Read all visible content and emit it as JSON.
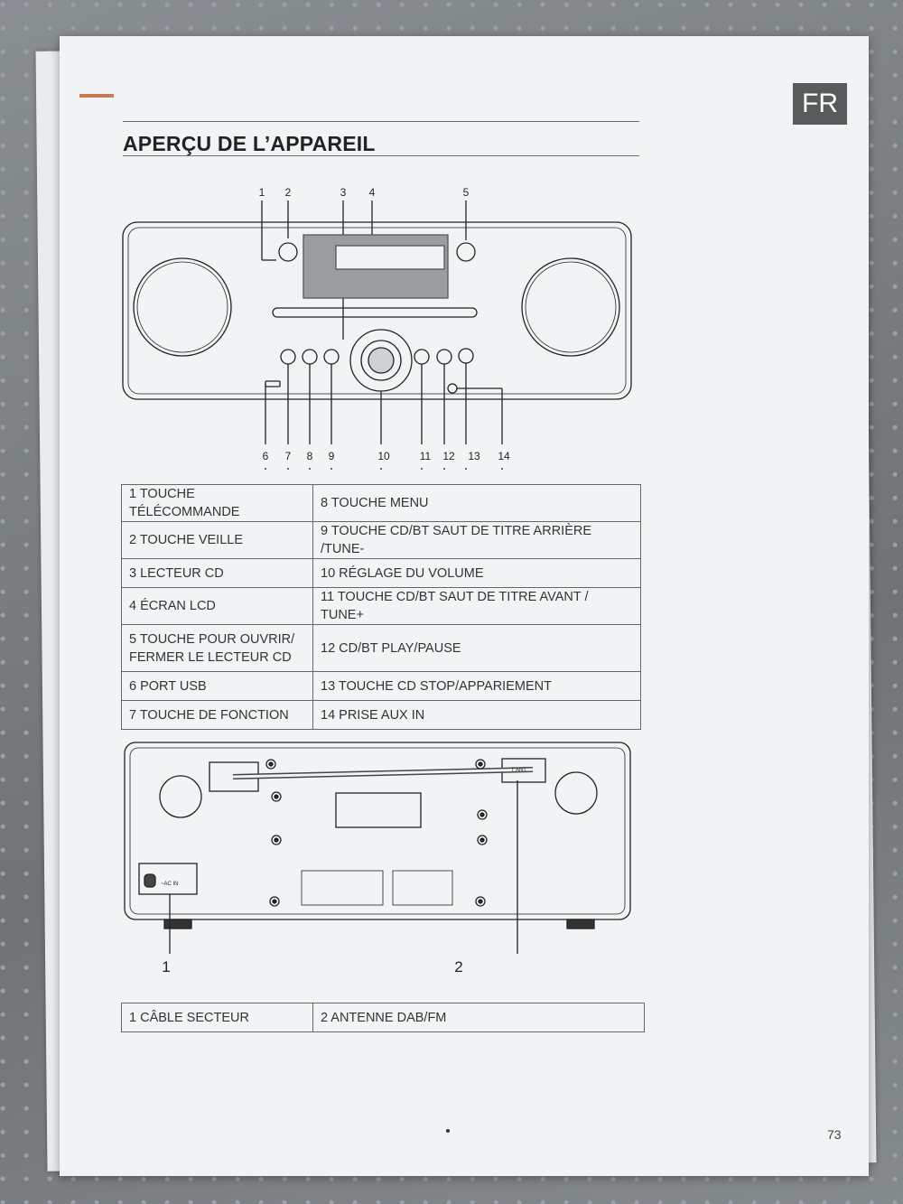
{
  "badge": "FR",
  "title": "APERÇU DE L’APPAREIL",
  "front_diagram": {
    "callouts_top": [
      "1",
      "2",
      "3",
      "4",
      "5"
    ],
    "callouts_bottom": [
      "6",
      "7",
      "8",
      "9",
      "10",
      "11",
      "12",
      "13",
      "14"
    ]
  },
  "front_table": [
    [
      "1 TOUCHE TÉLÉCOMMANDE",
      "8 TOUCHE MENU"
    ],
    [
      "2 TOUCHE VEILLE",
      "9 TOUCHE CD/BT SAUT DE TITRE ARRIÈRE /TUNE-"
    ],
    [
      "3 LECTEUR CD",
      "10  RÉGLAGE DU VOLUME"
    ],
    [
      "4 ÉCRAN LCD",
      "11 TOUCHE CD/BT SAUT DE TITRE AVANT / TUNE+"
    ],
    [
      "5 TOUCHE POUR OUVRIR/\nFERMER LE LECTEUR CD",
      "12 CD/BT PLAY/PAUSE"
    ],
    [
      "6 PORT USB",
      "13 TOUCHE CD STOP/APPARIEMENT"
    ],
    [
      "7 TOUCHE DE FONCTION",
      "14 PRISE AUX IN"
    ]
  ],
  "back_diagram": {
    "callouts": [
      "1",
      "2"
    ],
    "ac_label": "~AC IN",
    "ant_label": "T ANT"
  },
  "back_table": [
    [
      "1 CÂBLE SECTEUR",
      "2 ANTENNE DAB/FM"
    ]
  ],
  "page_number": "73"
}
